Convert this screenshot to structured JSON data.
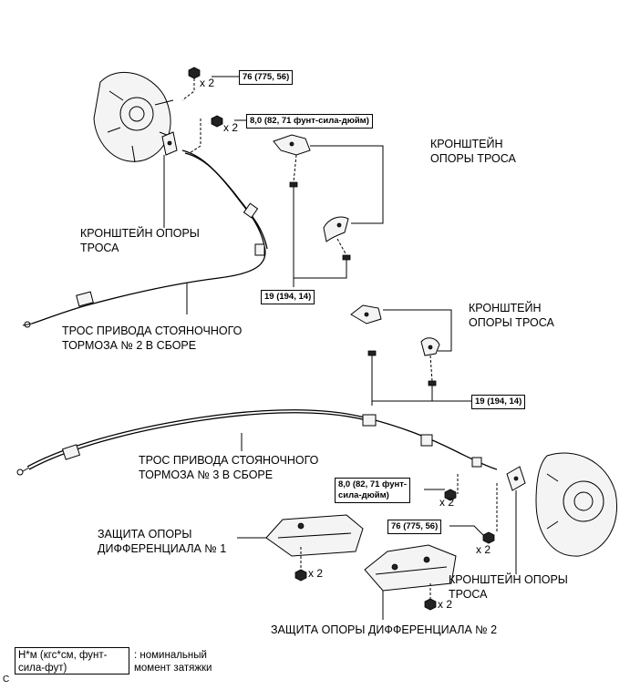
{
  "labels": {
    "bracket_top_left": "КРОНШТЕЙН ОПОРЫ\nТРОСА",
    "bracket_top_right": "КРОНШТЕЙН\nОПОРЫ ТРОСА",
    "bracket_mid_right": "КРОНШТЕЙН\nОПОРЫ ТРОСА",
    "bracket_bottom_right": "КРОНШТЕЙН ОПОРЫ\nТРОСА",
    "cable_no2": "ТРОС ПРИВОДА СТОЯНОЧНОГО\nТОРМОЗА № 2 В СБОРЕ",
    "cable_no3": "ТРОС ПРИВОДА СТОЯНОЧНОГО\nТОРМОЗА № 3 В СБОРЕ",
    "diff_guard_1": "ЗАЩИТА ОПОРЫ\nДИФФЕРЕНЦИАЛА № 1",
    "diff_guard_2": "ЗАЩИТА ОПОРЫ ДИФФЕРЕНЦИАЛА № 2"
  },
  "torques": {
    "t1": "76 (775, 56)",
    "t2": "8,0 (82, 71 фунт-сила-дюйм)",
    "t3": "19 (194, 14)",
    "t4": "19 (194, 14)",
    "t5": "8,0 (82, 71 фунт-\nсила-дюйм)",
    "t6": "76 (775, 56)"
  },
  "quantities": {
    "q1": "x 2",
    "q2": "x 2",
    "q3": "x 2",
    "q4": "x 2",
    "q5": "x 2",
    "q6": "x 2"
  },
  "legend": {
    "box": "Н*м (кгс*см, фунт-\nсила-фут)",
    "text": ": номинальный\nмомент затяжки"
  },
  "corner_code": "C"
}
